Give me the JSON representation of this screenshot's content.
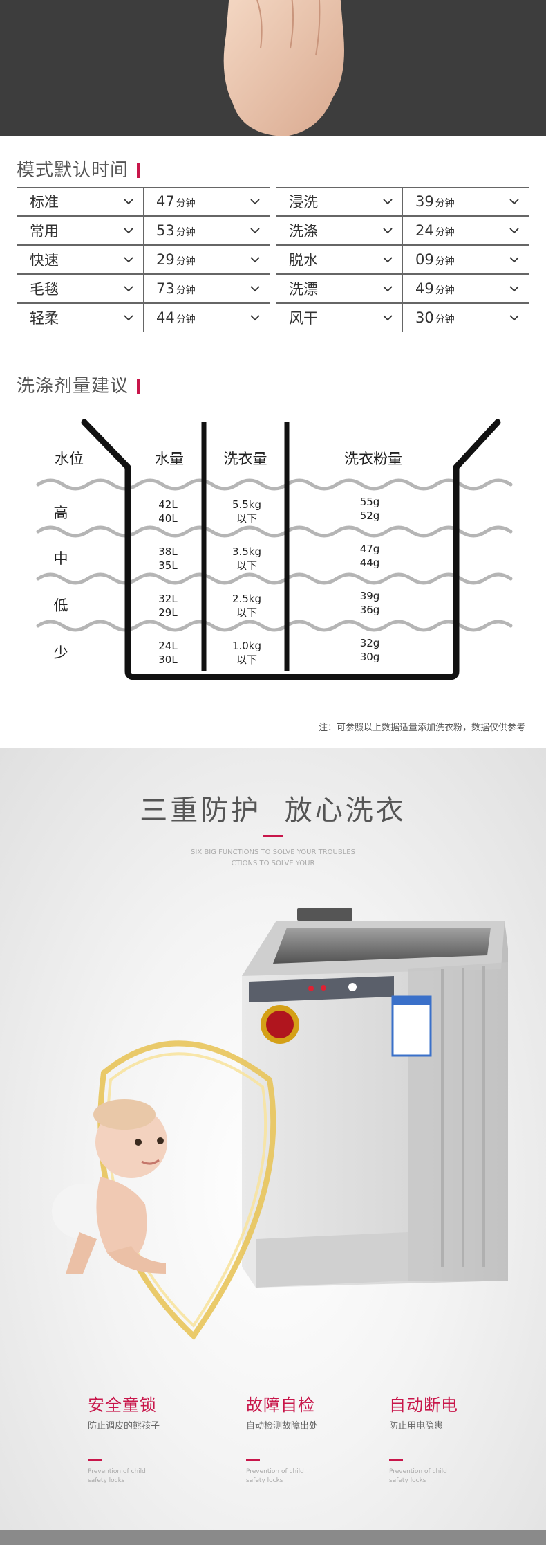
{
  "mode_section": {
    "title": "模式默认时间",
    "unit": "分钟",
    "rows": [
      {
        "left_mode": "标准",
        "left_time": "47",
        "right_mode": "浸洗",
        "right_time": "39"
      },
      {
        "left_mode": "常用",
        "left_time": "53",
        "right_mode": "洗涤",
        "right_time": "24"
      },
      {
        "left_mode": "快速",
        "left_time": "29",
        "right_mode": "脱水",
        "right_time": "09"
      },
      {
        "left_mode": "毛毯",
        "left_time": "73",
        "right_mode": "洗漂",
        "right_time": "49"
      },
      {
        "left_mode": "轻柔",
        "left_time": "44",
        "right_mode": "风干",
        "right_time": "30"
      }
    ]
  },
  "detergent_section": {
    "title": "洗涤剂量建议",
    "headers": [
      "水位",
      "水量",
      "洗衣量",
      "洗衣粉量"
    ],
    "levels": [
      {
        "level": "高",
        "water": [
          "42L",
          "40L"
        ],
        "load": [
          "5.5kg",
          "以下"
        ],
        "powder": [
          "55g",
          "52g"
        ]
      },
      {
        "level": "中",
        "water": [
          "38L",
          "35L"
        ],
        "load": [
          "3.5kg",
          "以下"
        ],
        "powder": [
          "47g",
          "44g"
        ]
      },
      {
        "level": "低",
        "water": [
          "32L",
          "29L"
        ],
        "load": [
          "2.5kg",
          "以下"
        ],
        "powder": [
          "39g",
          "36g"
        ]
      },
      {
        "level": "少",
        "water": [
          "24L",
          "30L"
        ],
        "load": [
          "1.0kg",
          "以下"
        ],
        "powder": [
          "32g",
          "30g"
        ]
      }
    ],
    "note": "注：可参照以上数据适量添加洗衣粉，数据仅供参考"
  },
  "protection_section": {
    "title": "三重防护  放心洗衣",
    "subtitle_line1": "SIX BIG FUNCTIONS TO SOLVE YOUR TROUBLES",
    "subtitle_line2": "CTIONS TO SOLVE YOUR",
    "features": [
      {
        "title": "安全童锁",
        "desc": "防止调皮的熊孩子",
        "en": "Prevention of child safety locks"
      },
      {
        "title": "故障自检",
        "desc": "自动检测故障出处",
        "en": "Prevention of child safety locks"
      },
      {
        "title": "自动断电",
        "desc": "防止用电隐患",
        "en": "Prevention of child safety locks"
      }
    ]
  },
  "colors": {
    "accent": "#c8164a",
    "hero_bg": "#3d3d3d"
  }
}
